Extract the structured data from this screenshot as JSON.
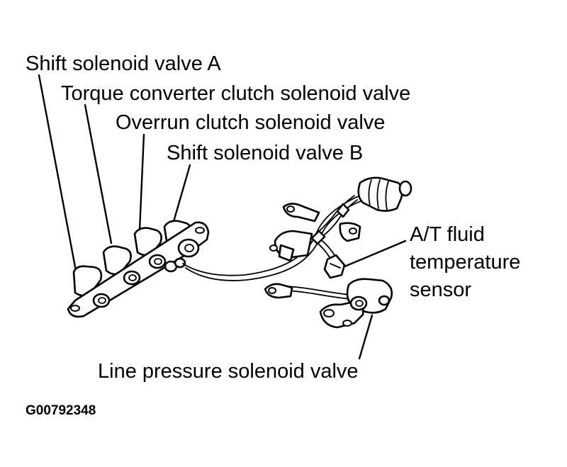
{
  "labels": {
    "shift_solenoid_a": "Shift solenoid valve A",
    "torque_converter_clutch": "Torque converter clutch solenoid valve",
    "overrun_clutch": "Overrun clutch solenoid valve",
    "shift_solenoid_b": "Shift solenoid valve B",
    "at_fluid_line1": "A/T fluid",
    "at_fluid_line2": "temperature",
    "at_fluid_line3": "sensor",
    "line_pressure": "Line pressure solenoid valve"
  },
  "figure_code": "G00792348"
}
